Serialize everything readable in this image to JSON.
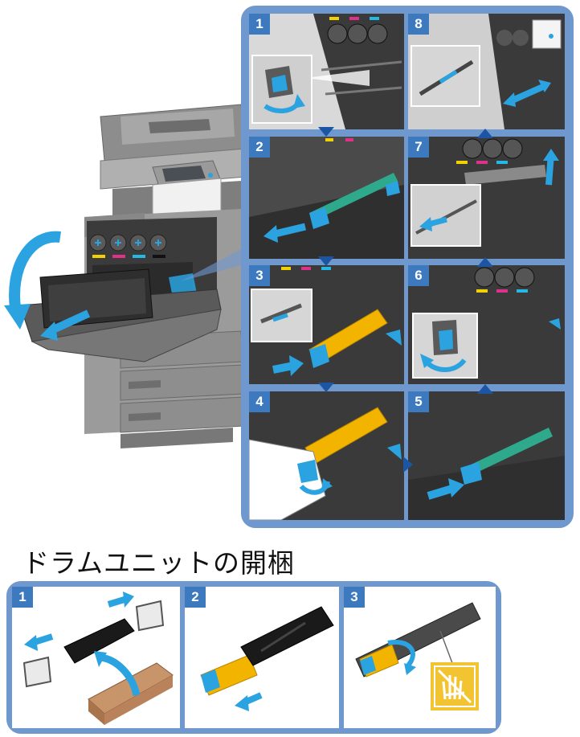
{
  "section_title": "ドラムユニットの開梱",
  "main_steps": [
    {
      "number": "1"
    },
    {
      "number": "2"
    },
    {
      "number": "3"
    },
    {
      "number": "4"
    },
    {
      "number": "5"
    },
    {
      "number": "6"
    },
    {
      "number": "7"
    },
    {
      "number": "8"
    }
  ],
  "unpack_steps": [
    {
      "number": "1"
    },
    {
      "number": "2"
    },
    {
      "number": "3"
    }
  ],
  "colors": {
    "frame": "#6f98cf",
    "badge": "#3c79bf",
    "accent_arrow": "#2aa3e0",
    "drum_yellow": "#f3b400",
    "drum_green": "#2fa98c",
    "caution_yellow": "#f2c431"
  },
  "icons": [
    "rotate-arrow-icon",
    "slide-arrow-icon",
    "caution-hand-icon"
  ]
}
